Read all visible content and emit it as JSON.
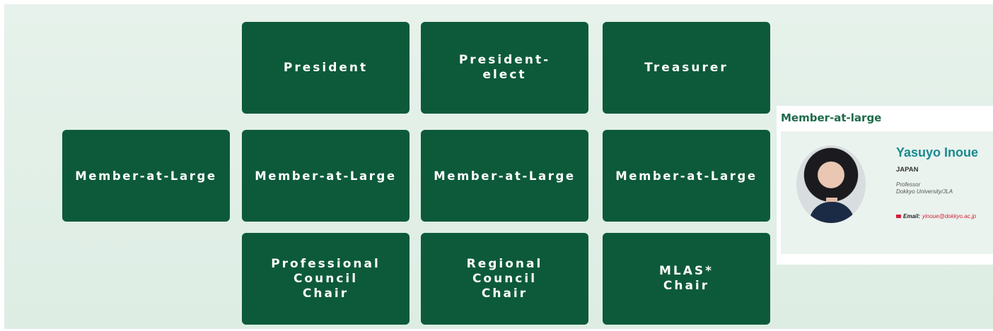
{
  "tiles": {
    "president": "President",
    "president_elect": "President-\nelect",
    "treasurer": "Treasurer",
    "member_at_large_1": "Member-at-Large",
    "member_at_large_2": "Member-at-Large",
    "member_at_large_3": "Member-at-Large",
    "member_at_large_4": "Member-at-Large",
    "professional_council_chair": "Professional\nCouncil\nChair",
    "regional_council_chair": "Regional\nCouncil\nChair",
    "mlas_chair": "MLAS*\nChair"
  },
  "profile_card": {
    "heading": "Member-at-large",
    "name": "Yasuyo Inoue",
    "country": "JAPAN",
    "title": "Professor",
    "organization": "Dokkyo University/JLA",
    "email_label": "Email:",
    "email": "yinoue@dokkyo.ac.jp",
    "icons": {
      "avatar": "person-photo",
      "email": "envelope-icon"
    },
    "colors": {
      "name": "#1a8a8f",
      "email": "#d61f3a",
      "heading": "#1e6b4a"
    }
  },
  "colors": {
    "tile_background": "#0d5a3a",
    "board_background": "#e6f2eb"
  }
}
